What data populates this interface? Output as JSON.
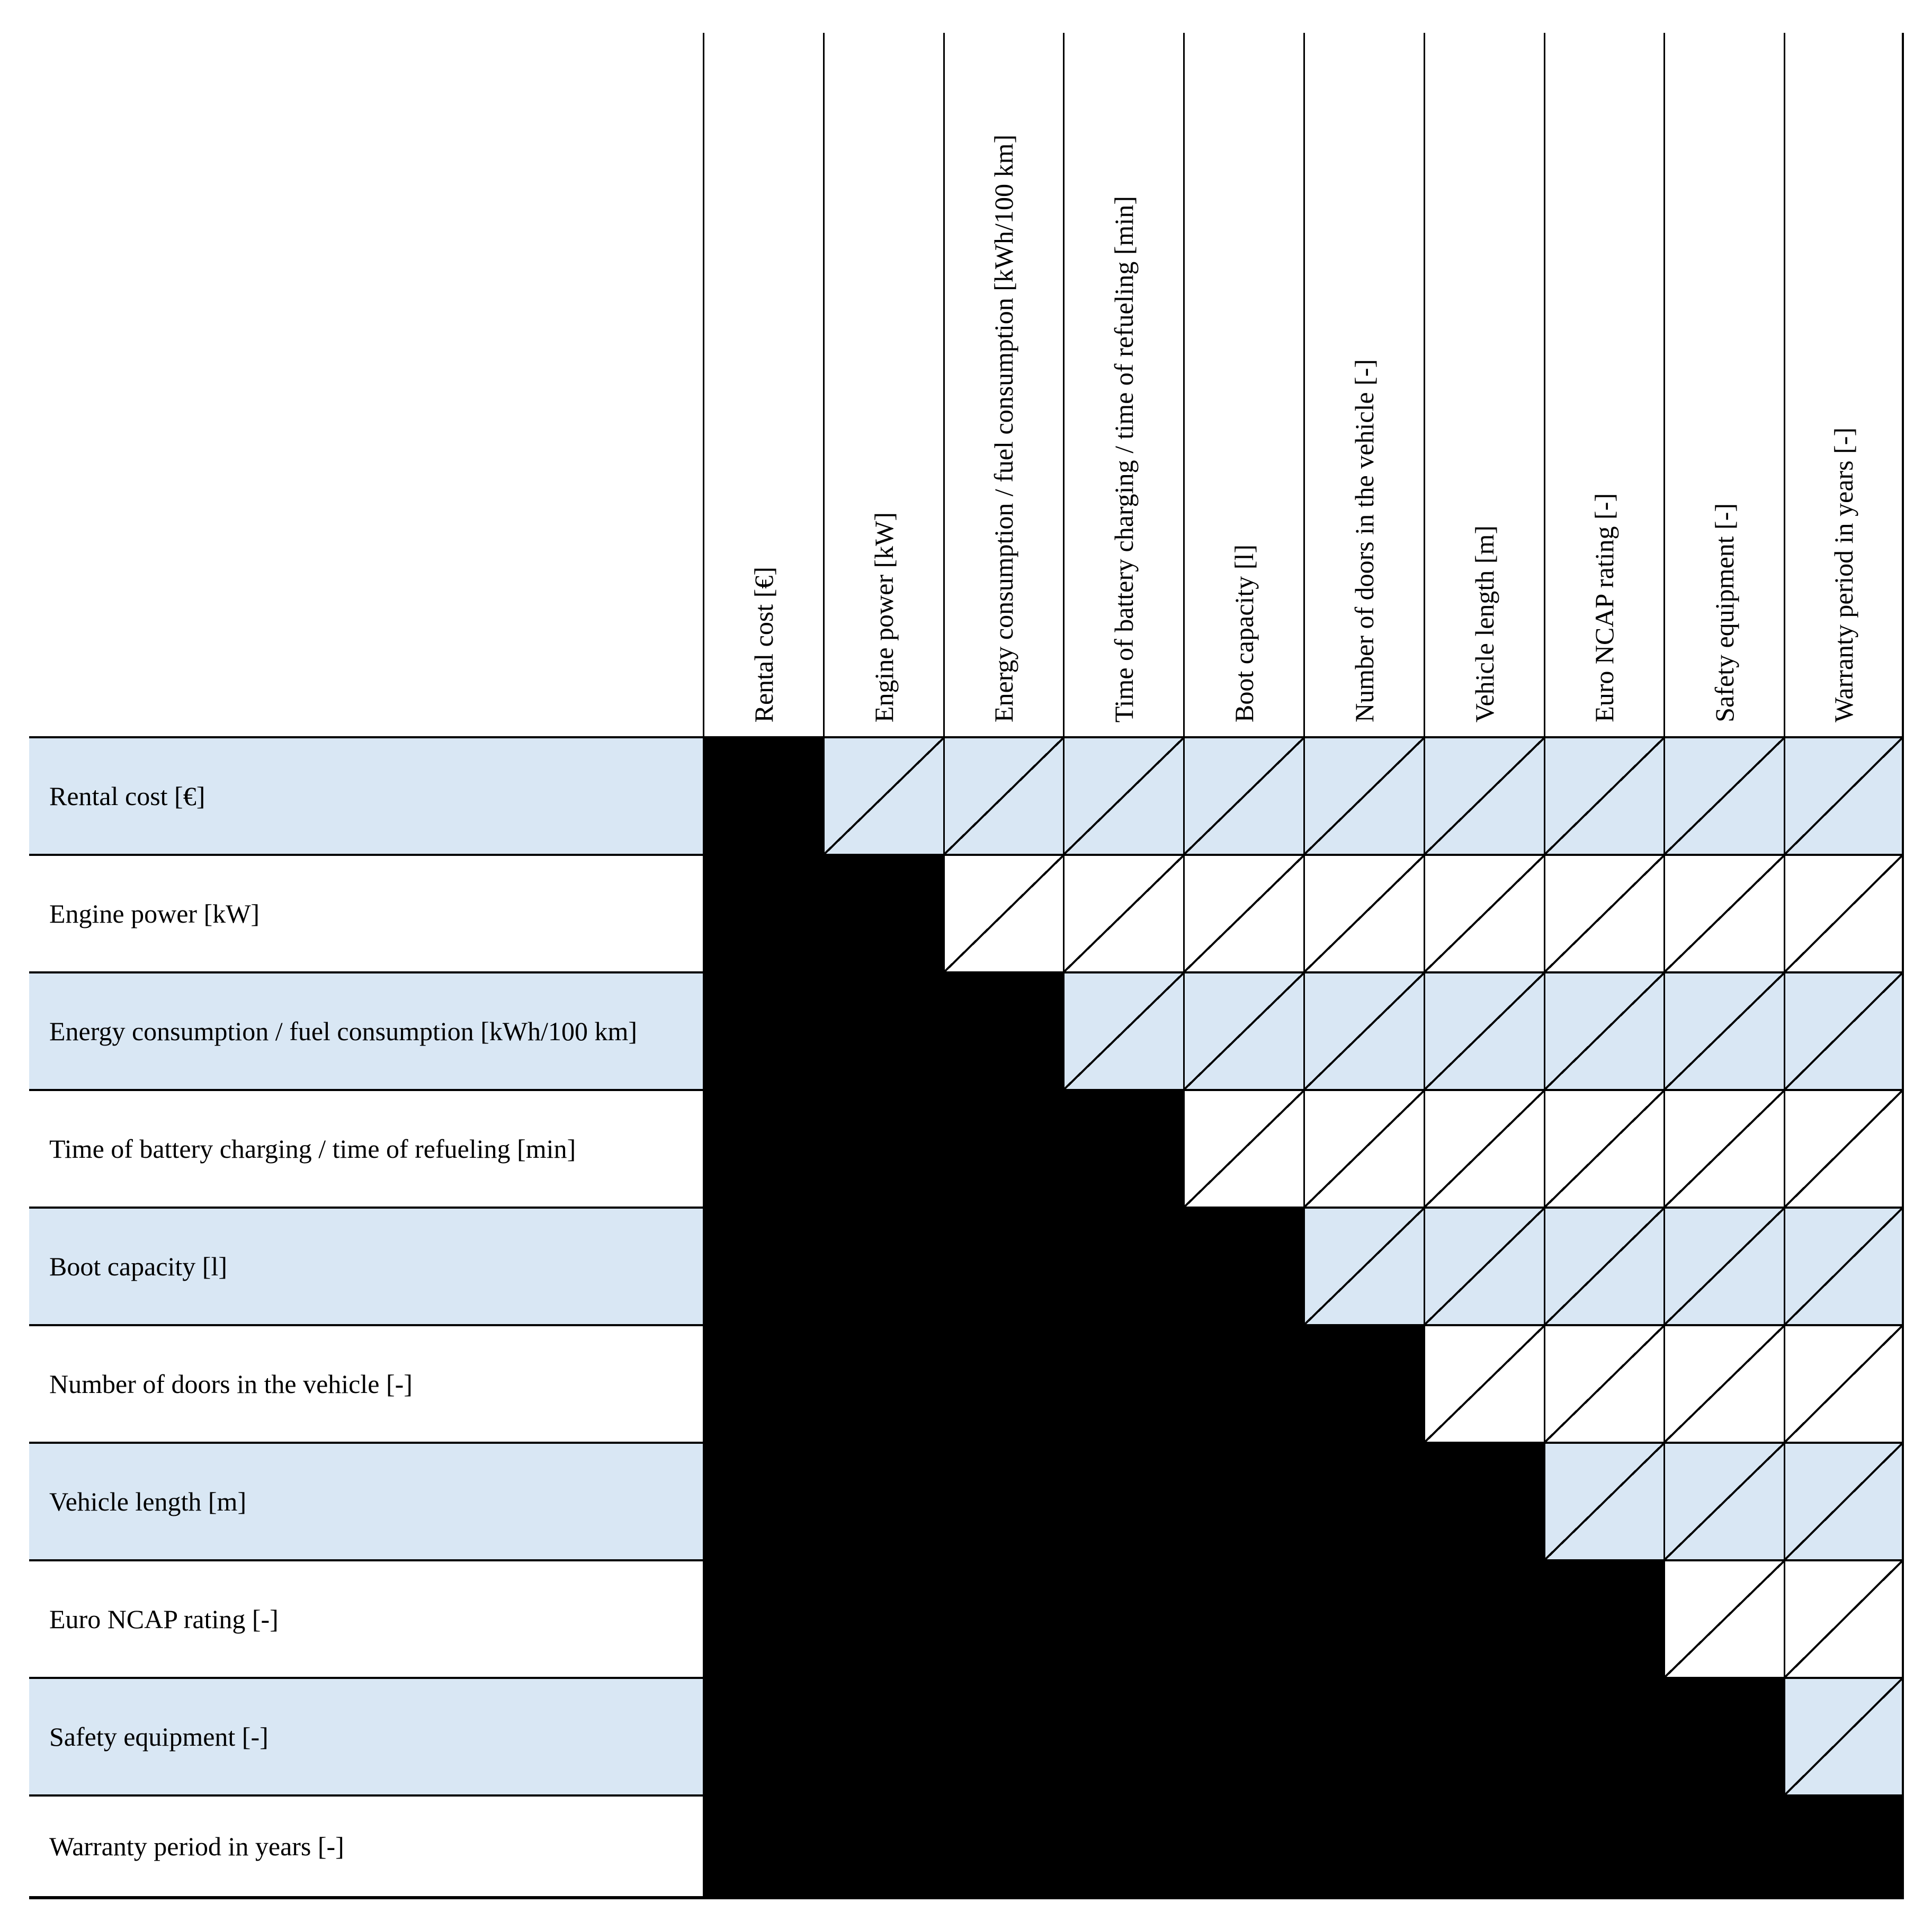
{
  "criteria": [
    "Rental cost [€]",
    "Engine power [kW]",
    "Energy consumption / fuel consumption [kWh/100 km]",
    "Time of battery charging / time of refueling [min]",
    "Boot capacity [l]",
    "Number of doors in the vehicle [-]",
    "Vehicle length [m]",
    "Euro NCAP rating [-]",
    "Safety equipment [-]",
    "Warranty period in years [-]"
  ],
  "matrix": {
    "size": 10,
    "cell_legend": {
      "B": "black filled cell (lower triangle incl. diagonal)",
      "D": "empty cell crossed by a thin diagonal line (upper triangle)"
    },
    "rows": [
      {
        "bg": "#d9e7f4",
        "cells": "BDDDDDDDDD"
      },
      {
        "bg": "#ffffff",
        "cells": "BBDDDDDDDD"
      },
      {
        "bg": "#d9e7f4",
        "cells": "BBBDDDDDDD"
      },
      {
        "bg": "#ffffff",
        "cells": "BBBBDDDDDD"
      },
      {
        "bg": "#d9e7f4",
        "cells": "BBBBBDDDDD"
      },
      {
        "bg": "#ffffff",
        "cells": "BBBBBBDDDD"
      },
      {
        "bg": "#d9e7f4",
        "cells": "BBBBBBBDDD"
      },
      {
        "bg": "#ffffff",
        "cells": "BBBBBBBBDD"
      },
      {
        "bg": "#d9e7f4",
        "cells": "BBBBBBBBBD"
      },
      {
        "bg": "#ffffff",
        "cells": "BBBBBBBBBB"
      }
    ]
  },
  "colors": {
    "stripe_blue": "#d9e7f4",
    "fill_black": "#000000",
    "background_white": "#ffffff",
    "grid_line": "#000000"
  }
}
